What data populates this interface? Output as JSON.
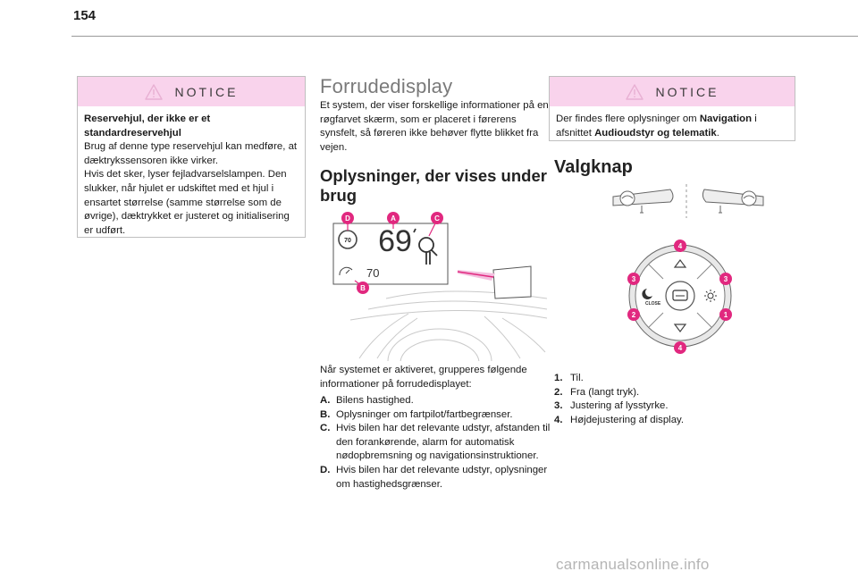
{
  "page": {
    "number": "154"
  },
  "notice_left": {
    "title": "NOTICE",
    "heading": "Reservehjul, der ikke er et standardreservehjul",
    "line1": "Brug af denne type reservehjul kan medføre, at dæktrykssensoren ikke virker.",
    "line2": "Hvis det sker, lyser fejladvarselslampen. Den slukker, når hjulet er udskiftet med et hjul i ensartet størrelse (samme størrelse som de øvrige), dæktrykket er justeret og initialisering er udført."
  },
  "hud": {
    "title": "Forrudedisplay",
    "intro": "Et system, der viser forskellige informationer på en røgfarvet skærm, som er placeret i førerens synsfelt, så føreren ikke behøver flytte blikket fra vejen.",
    "subheading": "Oplysninger, der vises under brug",
    "illustration": {
      "speed": "69",
      "sign_limit": "70",
      "limiter_value": "70",
      "labels": [
        "A",
        "B",
        "C",
        "D"
      ]
    },
    "list_intro": "Når systemet er aktiveret, grupperes følgende informationer på forrudedisplayet:",
    "items": [
      {
        "key": "A.",
        "text": "Bilens hastighed."
      },
      {
        "key": "B.",
        "text": "Oplysninger om fartpilot/fartbegrænser."
      },
      {
        "key": "C.",
        "text": "Hvis bilen har det relevante udstyr, afstanden til den forankørende, alarm for automatisk nødopbremsning og navigationsinstruktioner."
      },
      {
        "key": "D.",
        "text": "Hvis bilen har det relevante udstyr, oplysninger om hastighedsgrænser."
      }
    ]
  },
  "notice_right": {
    "title": "NOTICE",
    "pre": "Der findes flere oplysninger om ",
    "bold1": "Navigation",
    "mid": " i afsnittet ",
    "bold2": "Audioudstyr og telematik",
    "post": "."
  },
  "selector": {
    "title": "Valgknap",
    "close_label": "CLOSE",
    "callouts": [
      "1",
      "2",
      "3",
      "3",
      "4",
      "4"
    ],
    "items": [
      {
        "num": "1.",
        "text": "Til."
      },
      {
        "num": "2.",
        "text": "Fra (langt tryk)."
      },
      {
        "num": "3.",
        "text": "Justering af lysstyrke."
      },
      {
        "num": "4.",
        "text": "Højdejustering af display."
      }
    ]
  },
  "footer": {
    "watermark": "carmanualsonline.info"
  },
  "colors": {
    "callout": "#e1287f",
    "notice_header": "#f9d3ec",
    "heading_gray": "#7a7a7a"
  }
}
